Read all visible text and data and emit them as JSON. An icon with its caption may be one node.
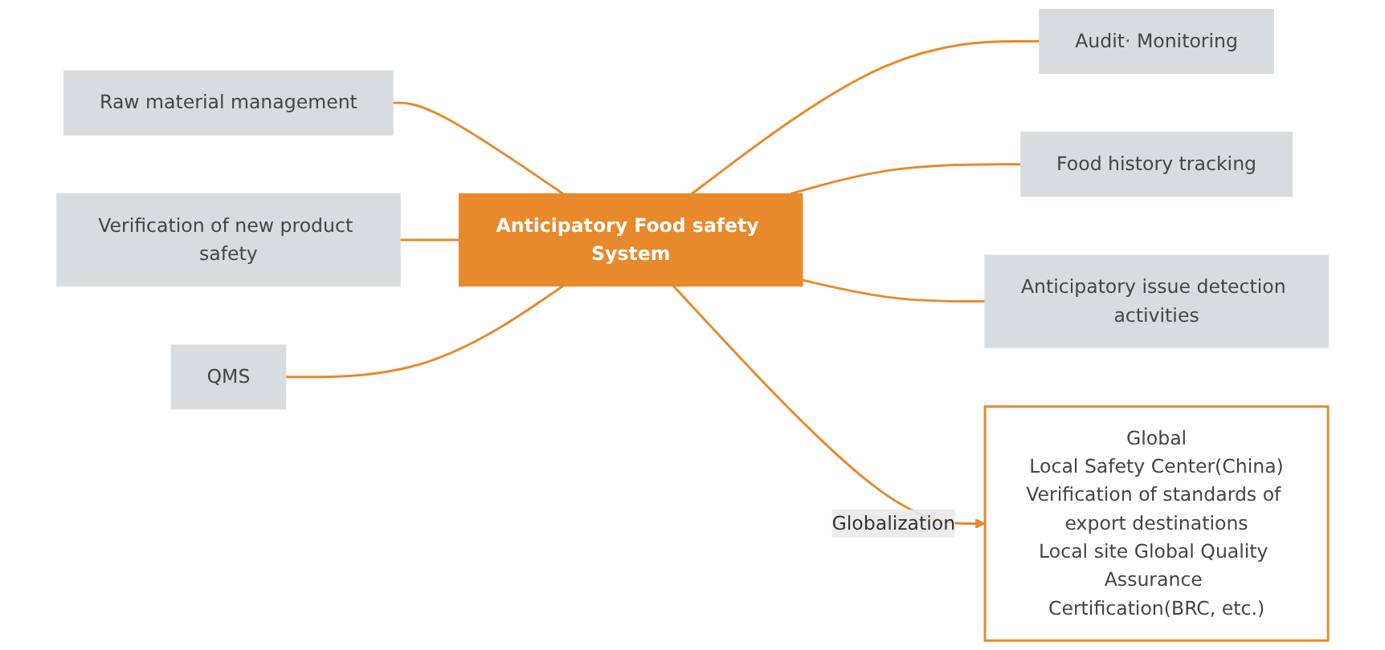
{
  "diagram": {
    "nodes": [
      {
        "text": [
          "Raw material management"
        ]
      },
      {
        "text": [
          "Verification of new product safety"
        ]
      },
      {
        "text": [
          "QMS"
        ]
      },
      {
        "text": [
          "Anticipatory Food safety System"
        ]
      },
      {
        "text": [
          "Global",
          "Local Safety Center(China)",
          "Verification of standards of export destinations",
          "Local site Global Quality Assurance Certification(BRC, etc.)"
        ]
      },
      {
        "text": [
          "Audit· Monitoring"
        ]
      },
      {
        "text": [
          "Food history tracking"
        ]
      },
      {
        "text": [
          "Anticipatory issue detection activities"
        ]
      }
    ],
    "edges": [
      {
        "from": 0,
        "to": 3,
        "arrow": "none"
      },
      {
        "from": 1,
        "to": 3,
        "arrow": "none"
      },
      {
        "from": 2,
        "to": 3,
        "arrow": "none"
      },
      {
        "from": 3,
        "to": 5,
        "arrow": "none"
      },
      {
        "from": 3,
        "to": 6,
        "arrow": "none"
      },
      {
        "from": 3,
        "to": 7,
        "arrow": "none"
      },
      {
        "from": 3,
        "to": 4,
        "arrow": "to",
        "label": "Globalization"
      }
    ]
  }
}
